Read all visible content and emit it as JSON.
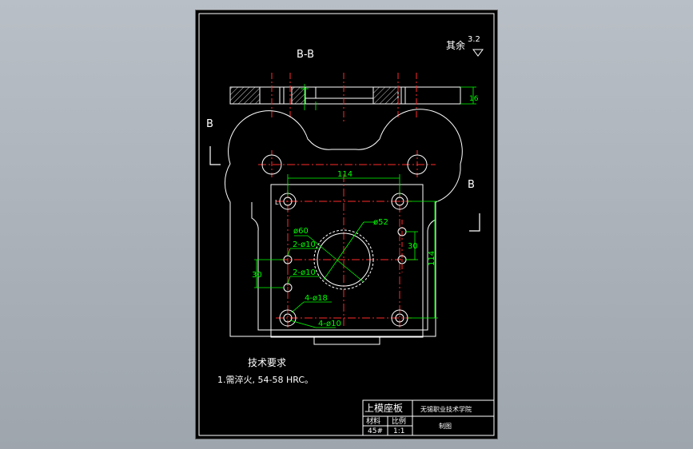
{
  "drawing": {
    "section_label": "B-B",
    "section_mark_left": "B",
    "section_mark_right": "B",
    "roughness": {
      "prefix": "其余",
      "value": "3.2"
    },
    "dimensions": {
      "thickness": "16",
      "hole_spacing_horizontal": "114",
      "hole_spacing_vertical": "114",
      "small_pitch_right": "30",
      "small_pitch_left": "30",
      "bore_outer": "ø60",
      "bore_inner": "ø52",
      "holes_a": "2-ø10",
      "holes_b": "2-ø10",
      "holes_c": "4-ø18",
      "holes_d": "4-ø10",
      "corner_mark": "L"
    },
    "notes": {
      "title": "技术要求",
      "line1": "1.需淬火, 54-58 HRC。"
    },
    "title_block": {
      "part_name": "上模座板",
      "school": "无锡职业技术学院",
      "material_label": "材料",
      "scale_label": "比例",
      "material": "45#",
      "scale": "1:1",
      "drawer_label": "制图"
    }
  },
  "colors": {
    "outline": "#ffffff",
    "dimension": "#00ff00",
    "centerline": "#ff2a2a",
    "hatch": "#ffffff",
    "background": "#000000"
  }
}
